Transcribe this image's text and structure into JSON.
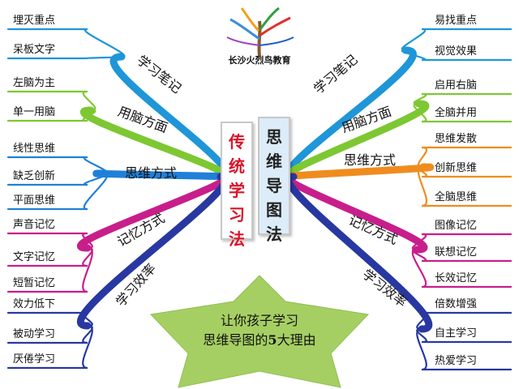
{
  "logo": {
    "text": "长沙火烈鸟教育"
  },
  "center": {
    "traditional": "传统学习法",
    "mindmap": "思维导图法"
  },
  "star": {
    "line1": "让你孩子学习",
    "line2_before": "思维导图的",
    "line2_num": "5",
    "line2_after": "大理由"
  },
  "left": [
    {
      "branch": "学习笔记",
      "color": "#1e96d8",
      "items": [
        "埋灭重点",
        "呆板文字"
      ]
    },
    {
      "branch": "用脑方面",
      "color": "#7dc832",
      "items": [
        "左脑为主",
        "单一用脑"
      ]
    },
    {
      "branch": "思维方式",
      "color": "#2080d8",
      "items": [
        "线性思维",
        "缺乏创新",
        "平面思维"
      ]
    },
    {
      "branch": "记忆方式",
      "color": "#c81e8c",
      "items": [
        "声音记忆",
        "文字记忆",
        "短暂记忆"
      ]
    },
    {
      "branch": "学习效率",
      "color": "#2838a0",
      "items": [
        "效力低下",
        "被动学习",
        "厌倦学习"
      ]
    }
  ],
  "right": [
    {
      "branch": "学习笔记",
      "color": "#1e96d8",
      "items": [
        "易找重点",
        "视觉效果"
      ]
    },
    {
      "branch": "用脑方面",
      "color": "#7dc832",
      "items": [
        "启用右脑",
        "全脑并用"
      ]
    },
    {
      "branch": "思维方式",
      "color": "#f08c1e",
      "items": [
        "思维发散",
        "创新思维",
        "全脑思维"
      ]
    },
    {
      "branch": "记忆方式",
      "color": "#c81e8c",
      "items": [
        "图像记忆",
        "联想记忆",
        "长效记忆"
      ]
    },
    {
      "branch": "学习效率",
      "color": "#2838a0",
      "items": [
        "倍数增强",
        "自主学习",
        "热爱学习"
      ]
    }
  ]
}
